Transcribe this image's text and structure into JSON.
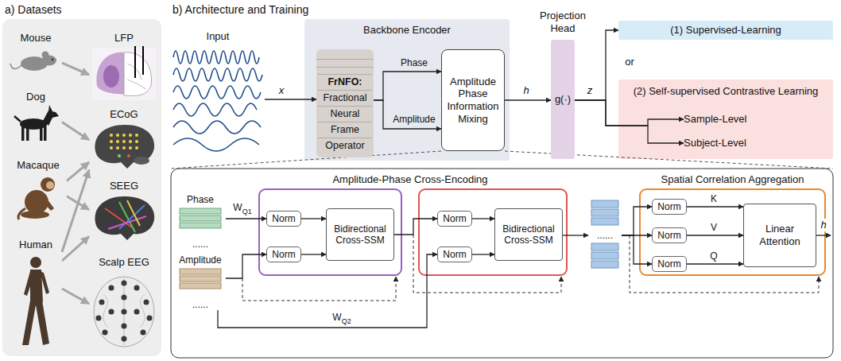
{
  "diagram": {
    "nodes": [
      {
        "text": [
          "a) Datasets"
        ]
      },
      {
        "text": [
          "Mouse"
        ],
        "in": 0
      },
      {
        "text": [
          "LFP"
        ],
        "in": 0
      },
      {
        "text": [
          "Dog"
        ],
        "in": 0
      },
      {
        "text": [
          "ECoG"
        ],
        "in": 0
      },
      {
        "text": [
          "Macaque"
        ],
        "in": 0
      },
      {
        "text": [
          "SEEG"
        ],
        "in": 0
      },
      {
        "text": [
          "Human"
        ],
        "in": 0
      },
      {
        "text": [
          "Scalp EEG"
        ],
        "in": 0
      },
      {
        "text": [
          "Input"
        ]
      },
      {
        "text": [
          "Backbone Encoder"
        ]
      },
      {
        "text": [
          "FrNFO:",
          "Fractional",
          "Neural",
          "Frame",
          "Operator"
        ],
        "in": 10
      },
      {
        "text": [
          "Amplitude Phase Information Mixing"
        ],
        "in": 10
      },
      {
        "text": [
          "Projection Head",
          "g(·)"
        ]
      },
      {
        "text": [
          "(1) Supervised-Learning"
        ]
      },
      {
        "text": [
          "(2) Self-supervised Contrastive Learning"
        ]
      },
      {
        "text": [
          "Sample-Level"
        ],
        "in": 15
      },
      {
        "text": [
          "Subject-Level"
        ],
        "in": 15
      },
      {
        "text": [
          "Amplitude-Phase Cross-Encoding"
        ]
      },
      {
        "text": [
          "Phase",
          "......"
        ],
        "in": 18
      },
      {
        "text": [
          "Amplitude",
          "......"
        ],
        "in": 18
      },
      {
        "text": [
          "Norm"
        ],
        "in": 18
      },
      {
        "text": [
          "Norm"
        ],
        "in": 18
      },
      {
        "text": [
          "Bidirectional Cross-SSM"
        ],
        "in": 18
      },
      {
        "text": [
          "Norm"
        ],
        "in": 18
      },
      {
        "text": [
          "Norm"
        ],
        "in": 18
      },
      {
        "text": [
          "Bidirectional Cross-SSM"
        ],
        "in": 18
      },
      {
        "text": [
          "......"
        ],
        "in": 18
      },
      {
        "text": [
          "Spatial Correlation Aggregation"
        ],
        "in": 18
      },
      {
        "text": [
          "Norm"
        ],
        "in": 28
      },
      {
        "text": [
          "Norm"
        ],
        "in": 28
      },
      {
        "text": [
          "Norm"
        ],
        "in": 28
      },
      {
        "text": [
          "Linear Attention"
        ],
        "in": 28
      }
    ],
    "edges": [
      {
        "from": 1,
        "to": 2,
        "arrow": "to"
      },
      {
        "from": 3,
        "to": 4,
        "arrow": "to"
      },
      {
        "from": 5,
        "to": 4,
        "arrow": "to"
      },
      {
        "from": 5,
        "to": 6,
        "arrow": "to"
      },
      {
        "from": 7,
        "to": 4,
        "arrow": "to"
      },
      {
        "from": 7,
        "to": 6,
        "arrow": "to"
      },
      {
        "from": 7,
        "to": 8,
        "arrow": "to"
      },
      {
        "from": 9,
        "to": 11,
        "label": "x",
        "arrow": "to"
      },
      {
        "from": 11,
        "to": 12,
        "label": "Phase",
        "arrow": "to"
      },
      {
        "from": 11,
        "to": 12,
        "label": "Amplitude",
        "arrow": "to"
      },
      {
        "from": 12,
        "to": 13,
        "label": "h",
        "arrow": "to"
      },
      {
        "from": 13,
        "to": 14,
        "label": "z",
        "arrow": "to"
      },
      {
        "from": 13,
        "to": 16,
        "arrow": "to"
      },
      {
        "from": 13,
        "to": 17,
        "arrow": "to"
      },
      {
        "from": 19,
        "to": 21,
        "label": "WQ1",
        "arrow": "to"
      },
      {
        "from": 20,
        "to": 22,
        "arrow": "to"
      },
      {
        "from": 21,
        "to": 23,
        "arrow": "to"
      },
      {
        "from": 22,
        "to": 23,
        "arrow": "to"
      },
      {
        "from": 23,
        "to": 24,
        "arrow": "to"
      },
      {
        "from": 20,
        "to": 25,
        "label": "WQ2",
        "arrow": "to"
      },
      {
        "from": 24,
        "to": 26,
        "arrow": "to"
      },
      {
        "from": 25,
        "to": 26,
        "arrow": "to"
      },
      {
        "from": 26,
        "to": 27,
        "arrow": "to"
      },
      {
        "from": 27,
        "to": 29,
        "arrow": "to"
      },
      {
        "from": 27,
        "to": 30,
        "arrow": "to"
      },
      {
        "from": 27,
        "to": 31,
        "arrow": "to"
      },
      {
        "from": 29,
        "to": 32,
        "label": "K",
        "arrow": "to"
      },
      {
        "from": 30,
        "to": 32,
        "label": "V",
        "arrow": "to"
      },
      {
        "from": 31,
        "to": 32,
        "label": "Q",
        "arrow": "to"
      }
    ],
    "labels": [
      "b) Architecture and Training",
      "or",
      "h"
    ]
  }
}
